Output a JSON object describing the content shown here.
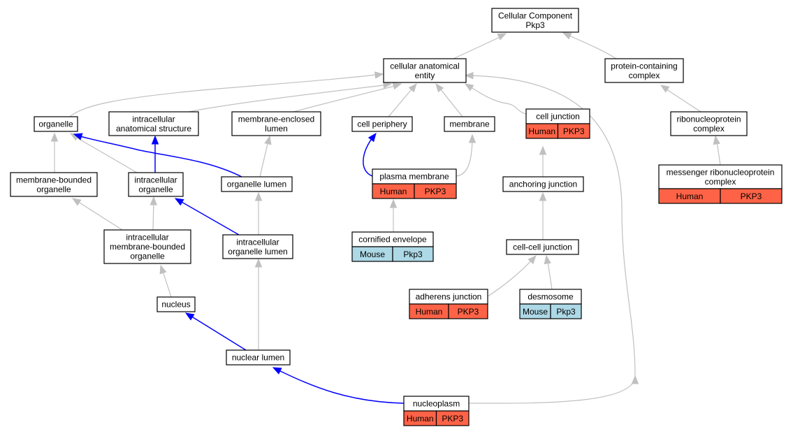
{
  "title_node": {
    "lines": [
      "Cellular Component",
      "Pkp3"
    ]
  },
  "nodes": {
    "cellular_component": {
      "lines": [
        "Cellular Component",
        "Pkp3"
      ]
    },
    "cellular_anatomical_entity": {
      "lines": [
        "cellular anatomical",
        "entity"
      ]
    },
    "protein_containing_complex": {
      "lines": [
        "protein-containing",
        "complex"
      ]
    },
    "organelle": {
      "lines": [
        "organelle"
      ]
    },
    "intracellular_anatomical_structure": {
      "lines": [
        "intracellular",
        "anatomical structure"
      ]
    },
    "membrane_enclosed_lumen": {
      "lines": [
        "membrane-enclosed",
        "lumen"
      ]
    },
    "cell_periphery": {
      "lines": [
        "cell periphery"
      ]
    },
    "membrane": {
      "lines": [
        "membrane"
      ]
    },
    "cell_junction": {
      "lines": [
        "cell junction"
      ],
      "cells": [
        "Human",
        "PKP3"
      ]
    },
    "ribonucleoprotein_complex": {
      "lines": [
        "ribonucleoprotein",
        "complex"
      ]
    },
    "membrane_bounded_organelle": {
      "lines": [
        "membrane-bounded",
        "organelle"
      ]
    },
    "intracellular_organelle": {
      "lines": [
        "intracellular",
        "organelle"
      ]
    },
    "organelle_lumen": {
      "lines": [
        "organelle lumen"
      ]
    },
    "plasma_membrane": {
      "lines": [
        "plasma membrane"
      ],
      "cells": [
        "Human",
        "PKP3"
      ]
    },
    "anchoring_junction": {
      "lines": [
        "anchoring junction"
      ]
    },
    "messenger_rnp_complex": {
      "lines": [
        "messenger ribonucleoprotein",
        "complex"
      ],
      "cells": [
        "Human",
        "PKP3"
      ]
    },
    "intracellular_mb_organelle": {
      "lines": [
        "intracellular",
        "membrane-bounded",
        "organelle"
      ]
    },
    "intracellular_organelle_lumen": {
      "lines": [
        "intracellular",
        "organelle lumen"
      ]
    },
    "cornified_envelope": {
      "lines": [
        "cornified envelope"
      ],
      "cells": [
        "Mouse",
        "Pkp3"
      ]
    },
    "cell_cell_junction": {
      "lines": [
        "cell-cell junction"
      ]
    },
    "nucleus": {
      "lines": [
        "nucleus"
      ]
    },
    "adherens_junction": {
      "lines": [
        "adherens junction"
      ],
      "cells": [
        "Human",
        "PKP3"
      ]
    },
    "desmosome": {
      "lines": [
        "desmosome"
      ],
      "cells": [
        "Mouse",
        "Pkp3"
      ]
    },
    "nuclear_lumen": {
      "lines": [
        "nuclear lumen"
      ]
    },
    "nucleoplasm": {
      "lines": [
        "nucleoplasm"
      ],
      "cells": [
        "Human",
        "PKP3"
      ]
    }
  },
  "colors": {
    "human_cell": "#ff6347",
    "mouse_cell": "#add8e6",
    "edge_gray": "#c0c0c0",
    "edge_blue": "#0000ff"
  }
}
